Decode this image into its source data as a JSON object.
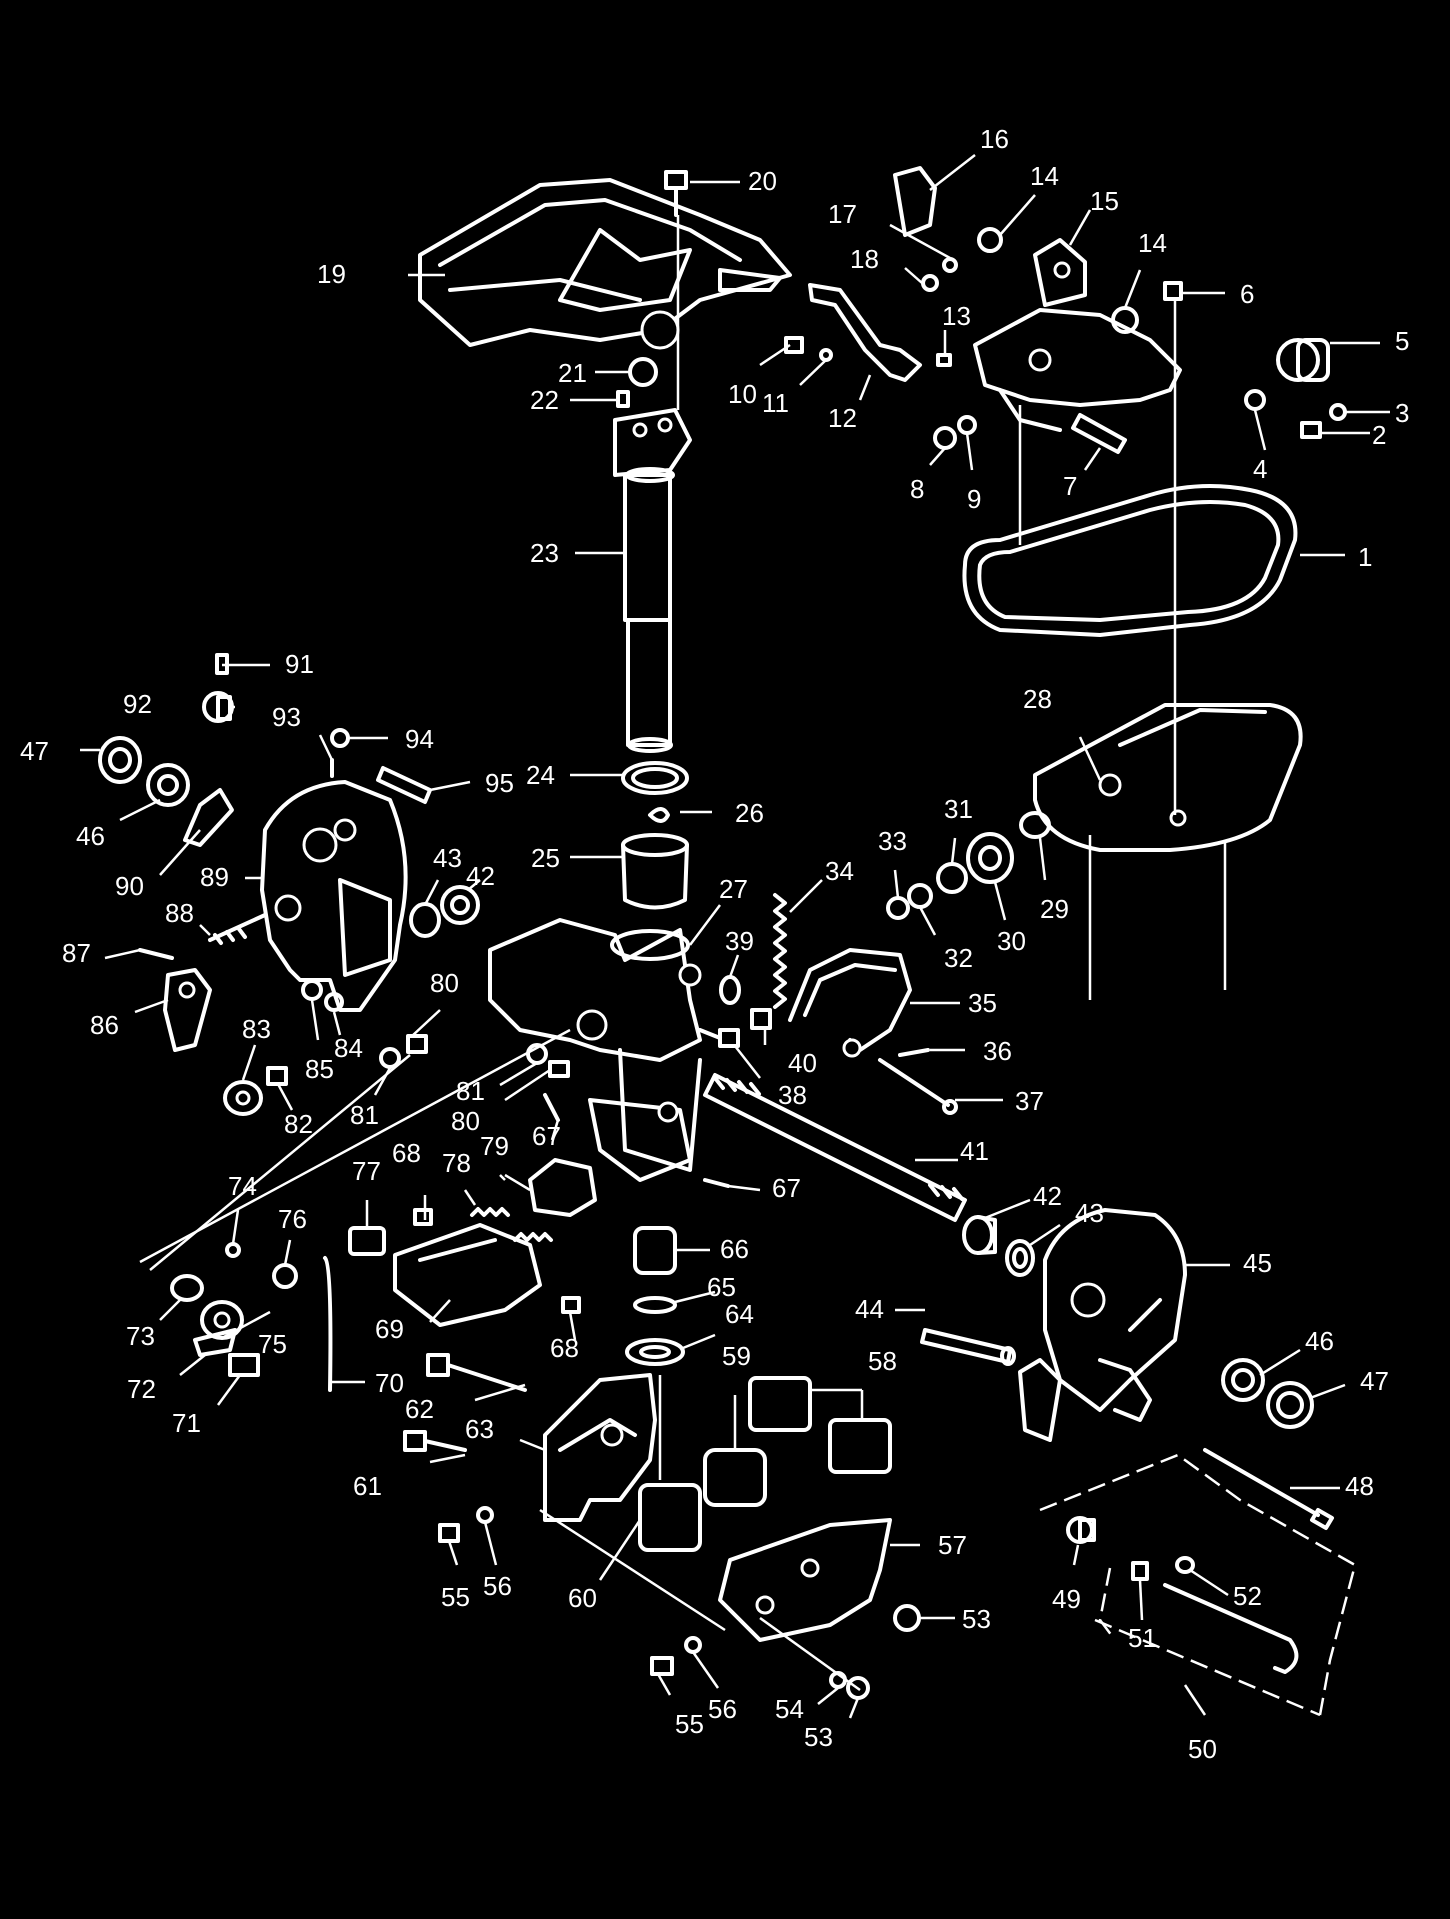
{
  "diagram": {
    "background_color": "#000000",
    "line_color": "#ffffff",
    "callouts": [
      "1",
      "2",
      "3",
      "4",
      "5",
      "6",
      "7",
      "8",
      "9",
      "10",
      "11",
      "12",
      "13",
      "14",
      "14",
      "15",
      "16",
      "17",
      "18",
      "19",
      "20",
      "21",
      "22",
      "23",
      "24",
      "25",
      "26",
      "27",
      "28",
      "29",
      "30",
      "31",
      "32",
      "33",
      "34",
      "35",
      "36",
      "37",
      "38",
      "39",
      "40",
      "41",
      "42",
      "42",
      "43",
      "43",
      "44",
      "45",
      "46",
      "46",
      "47",
      "47",
      "48",
      "49",
      "50",
      "51",
      "52",
      "53",
      "53",
      "54",
      "55",
      "55",
      "56",
      "56",
      "57",
      "58",
      "59",
      "60",
      "61",
      "62",
      "63",
      "64",
      "65",
      "66",
      "67",
      "67",
      "68",
      "68",
      "69",
      "70",
      "71",
      "72",
      "73",
      "74",
      "75",
      "76",
      "77",
      "78",
      "79",
      "80",
      "80",
      "81",
      "81",
      "82",
      "83",
      "84",
      "85",
      "86",
      "87",
      "88",
      "89",
      "90",
      "91",
      "92",
      "93",
      "94",
      "95"
    ]
  }
}
